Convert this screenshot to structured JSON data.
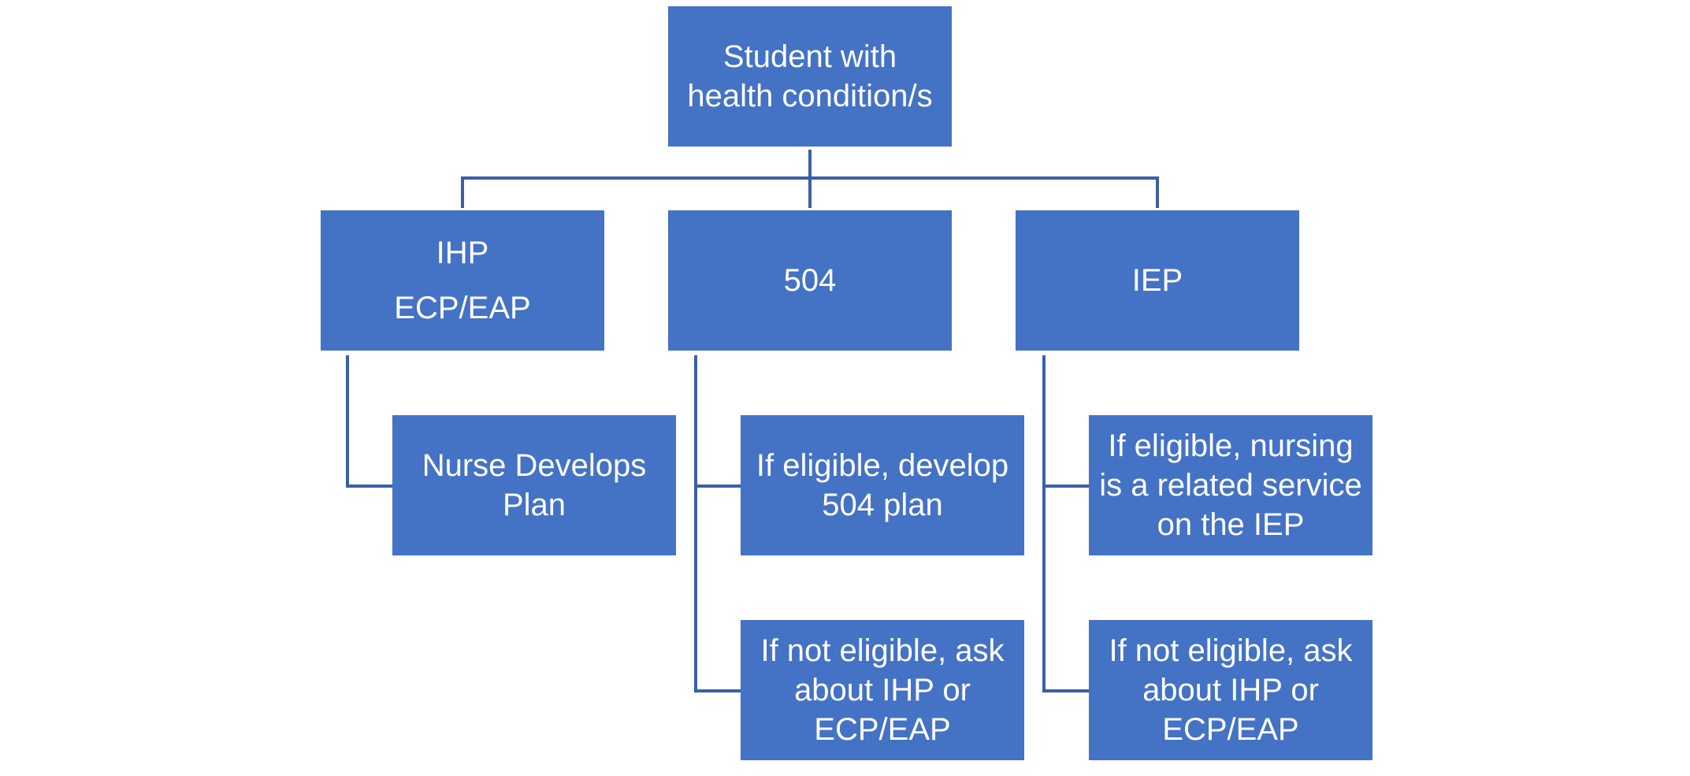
{
  "colors": {
    "box_fill": "#4472c4",
    "box_text": "#ffffff",
    "connector": "#3a5fa8",
    "background": "#ffffff"
  },
  "diagram": {
    "root": {
      "line1": "Student with",
      "line2": "health condition/s"
    },
    "branches": {
      "ihp": {
        "line1": "IHP",
        "line2": "ECP/EAP",
        "children": {
          "nurse_plan": {
            "line1": "Nurse Develops",
            "line2": "Plan"
          }
        }
      },
      "plan_504": {
        "label": "504",
        "children": {
          "eligible": {
            "line1": "If eligible, develop",
            "line2": "504 plan"
          },
          "not_eligible": {
            "line1": "If not eligible, ask",
            "line2": "about IHP or",
            "line3": "ECP/EAP"
          }
        }
      },
      "iep": {
        "label": "IEP",
        "children": {
          "eligible": {
            "line1": "If eligible, nursing",
            "line2": "is a related service",
            "line3": "on the IEP"
          },
          "not_eligible": {
            "line1": "If not eligible, ask",
            "line2": "about IHP or",
            "line3": "ECP/EAP"
          }
        }
      }
    }
  }
}
